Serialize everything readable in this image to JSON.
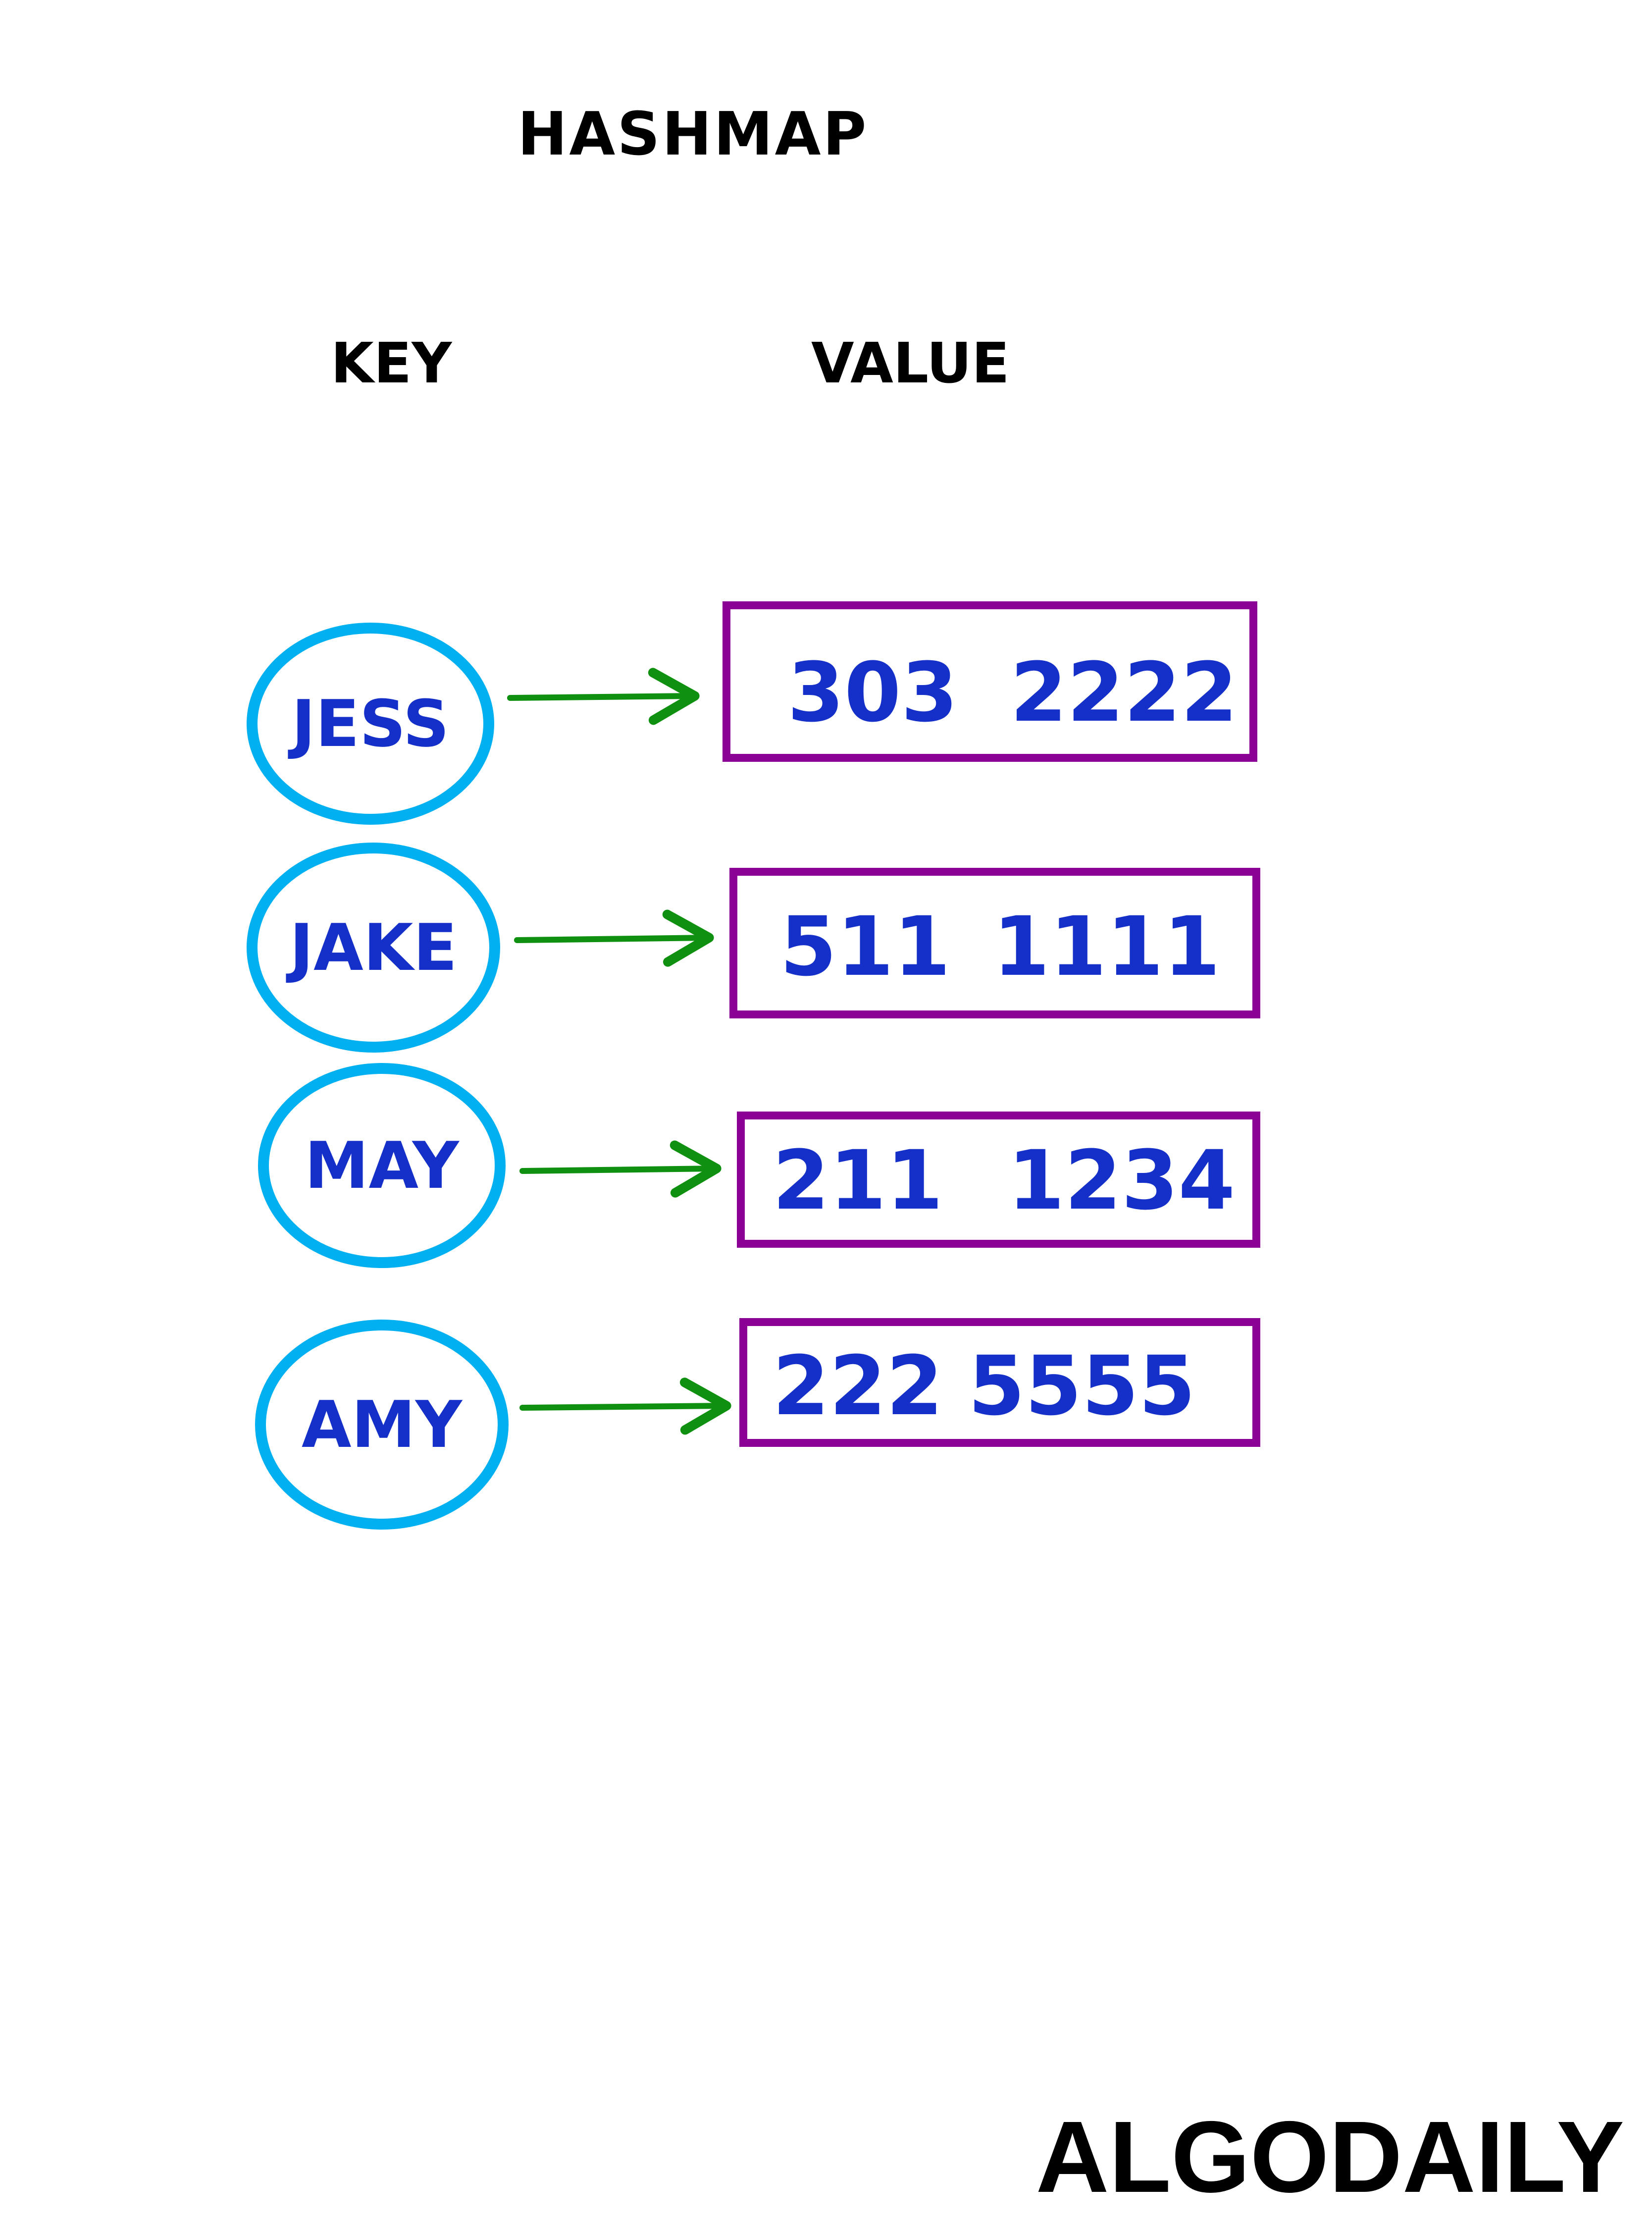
{
  "title": "HASHMAP",
  "headers": {
    "key": "KEY",
    "value": "VALUE"
  },
  "entries": [
    {
      "key": "JESS",
      "values": [
        "303",
        "2222"
      ]
    },
    {
      "key": "JAKE",
      "values": [
        "511",
        "1111"
      ]
    },
    {
      "key": "MAY",
      "values": [
        "211",
        "1234"
      ]
    },
    {
      "key": "AMY",
      "values": [
        "222",
        "5555"
      ]
    }
  ],
  "brand": "ALGODAILY",
  "colors": {
    "key_circle": "#00b0f0",
    "value_box": "#8b0095",
    "arrow": "#109010",
    "entry_text": "#1530c8",
    "label_text": "#000000"
  }
}
